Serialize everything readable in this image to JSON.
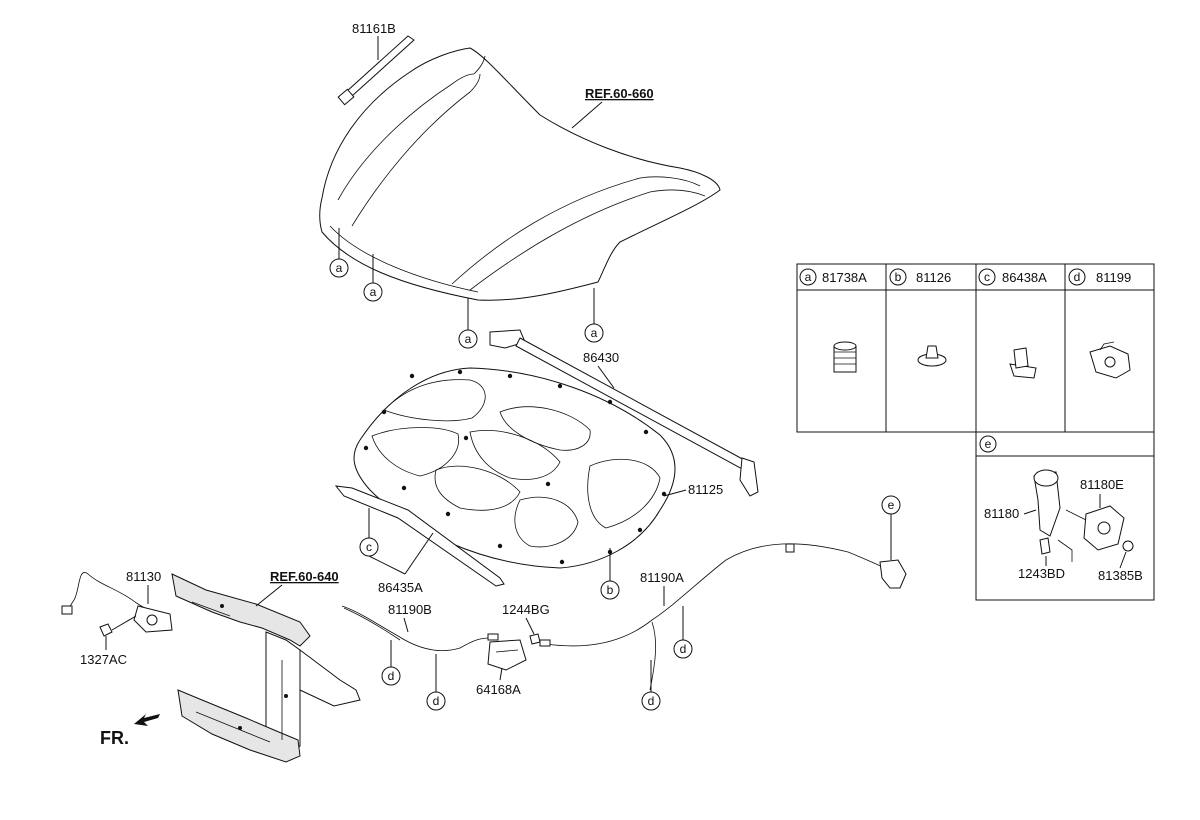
{
  "labels": {
    "strut": "81161B",
    "hood_ref": "REF.60-660",
    "seal_strip": "86430",
    "insulator": "81125",
    "weatherstrip": "86435A",
    "latch": "81130",
    "nut": "1327AC",
    "panel_ref": "REF.60-640",
    "cable_b": "81190B",
    "bolt_bg": "1244BG",
    "handle": "64168A",
    "cable_a": "81190A",
    "front": "FR."
  },
  "callouts": {
    "a": "a",
    "b": "b",
    "c": "c",
    "d": "d",
    "e": "e"
  },
  "legend": {
    "cells": [
      {
        "letter": "a",
        "part": "81738A"
      },
      {
        "letter": "b",
        "part": "81126"
      },
      {
        "letter": "c",
        "part": "86438A"
      },
      {
        "letter": "d",
        "part": "81199"
      }
    ],
    "detail": {
      "letter": "e",
      "parts": {
        "bumper": "81180",
        "bracket": "81180E",
        "bolt": "1243BD",
        "nut": "81385B"
      }
    }
  }
}
